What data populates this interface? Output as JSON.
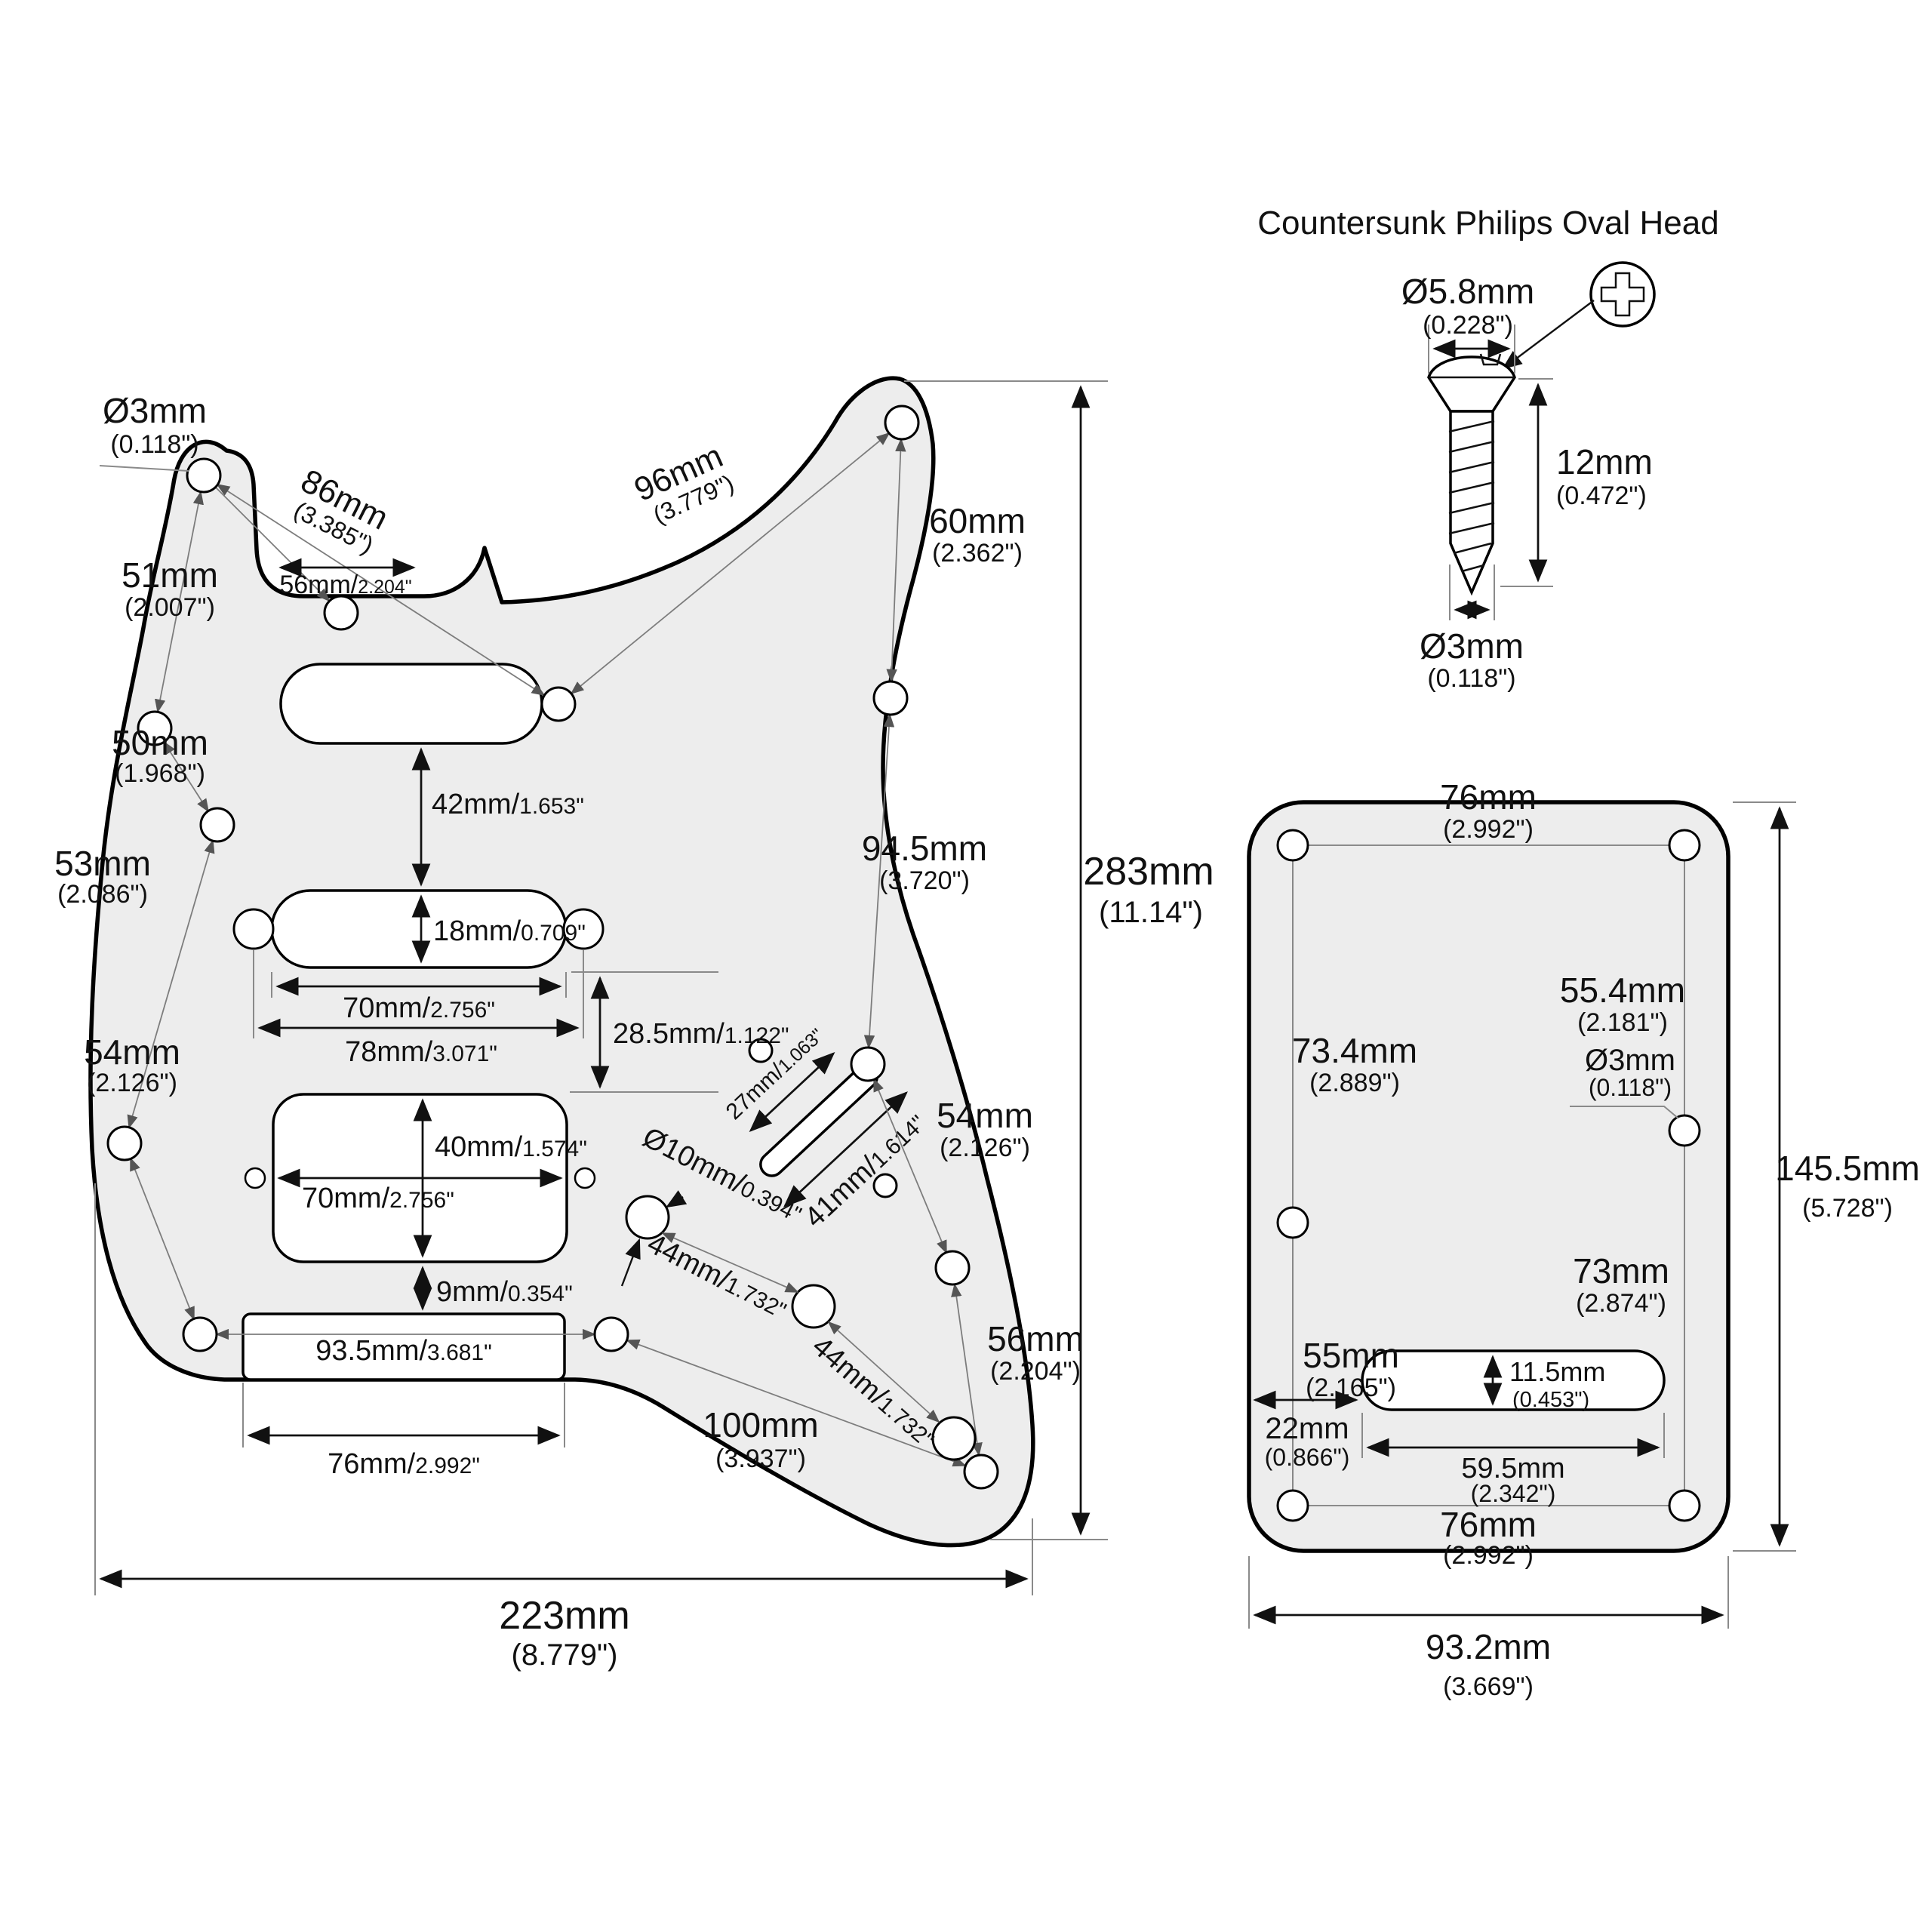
{
  "background": "#ffffff",
  "colors": {
    "part_fill": "#ededed",
    "outline": "#000000",
    "dimension_line": "#7d7d7d",
    "text": "#111111"
  },
  "screw_detail": {
    "title": "Countersunk Philips Oval Head",
    "head_diameter": {
      "mm": "Ø5.8mm",
      "in": "(0.228\")"
    },
    "length": {
      "mm": "12mm",
      "in": "(0.472\")"
    },
    "shank_diameter": {
      "mm": "Ø3mm",
      "in": "(0.118\")"
    }
  },
  "pickguard": {
    "hole_diameter": {
      "mm": "Ø3mm",
      "in": "(0.118\")"
    },
    "seg_86": {
      "mm": "86mm",
      "in": "(3.385\")"
    },
    "neck_pocket_width": {
      "mm": "56mm/",
      "in": "2.204\""
    },
    "seg_96": {
      "mm": "96mm",
      "in": "(3.779\")"
    },
    "seg_60": {
      "mm": "60mm",
      "in": "(2.362\")"
    },
    "seg_51": {
      "mm": "51mm",
      "in": "(2.007\")"
    },
    "seg_50": {
      "mm": "50mm",
      "in": "(1.968\")"
    },
    "seg_53": {
      "mm": "53mm",
      "in": "(2.086\")"
    },
    "seg_54_left": {
      "mm": "54mm",
      "in": "(2.126\")"
    },
    "pickup_gap_42": {
      "mm": "42mm/",
      "in": "1.653\""
    },
    "slot_height_18": {
      "mm": "18mm/",
      "in": "0.709\""
    },
    "slot_width_70": {
      "mm": "70mm/",
      "in": "2.756\""
    },
    "screw_span_78": {
      "mm": "78mm/",
      "in": "3.071\""
    },
    "gap_28_5": {
      "mm": "28.5mm/",
      "in": "1.122\""
    },
    "seg_94_5": {
      "mm": "94.5mm",
      "in": "(3.720\")"
    },
    "overall_height": {
      "mm": "283mm",
      "in": "(11.14\")"
    },
    "seg_54_right": {
      "mm": "54mm",
      "in": "(2.126\")"
    },
    "humbucker_height_40": {
      "mm": "40mm/",
      "in": "1.574\""
    },
    "humbucker_width_70": {
      "mm": "70mm/",
      "in": "2.756\""
    },
    "gap_9": {
      "mm": "9mm/",
      "in": "0.354\""
    },
    "trem_screw_span_93_5": {
      "mm": "93.5mm/",
      "in": "3.681\""
    },
    "trem_cavity_width_76": {
      "mm": "76mm/",
      "in": "2.992\""
    },
    "switch_slot_width_27": {
      "mm": "27mm/",
      "in": "1.063\""
    },
    "switch_slot_length_41": {
      "mm": "41mm/",
      "in": "1.614\""
    },
    "control_hole_diameter_10": {
      "mm": "Ø10mm/",
      "in": "0.394\""
    },
    "pot_span_44_a": {
      "mm": "44mm/",
      "in": "1.732\""
    },
    "pot_span_44_b": {
      "mm": "44mm/",
      "in": "1.732\""
    },
    "seg_56_right": {
      "mm": "56mm",
      "in": "(2.204\")"
    },
    "seg_100": {
      "mm": "100mm",
      "in": "(3.937\")"
    },
    "overall_width": {
      "mm": "223mm",
      "in": "(8.779\")"
    }
  },
  "back_plate": {
    "top_screw_span_76": {
      "mm": "76mm",
      "in": "(2.992\")"
    },
    "left_span_73_4": {
      "mm": "73.4mm",
      "in": "(2.889\")"
    },
    "right_span_55_4": {
      "mm": "55.4mm",
      "in": "(2.181\")"
    },
    "hole_diameter": {
      "mm": "Ø3mm",
      "in": "(0.118\")"
    },
    "overall_height": {
      "mm": "145.5mm",
      "in": "(5.728\")"
    },
    "right_span_73": {
      "mm": "73mm",
      "in": "(2.874\")"
    },
    "left_span_55": {
      "mm": "55mm",
      "in": "(2.165\")"
    },
    "slot_inset_22": {
      "mm": "22mm",
      "in": "(0.866\")"
    },
    "slot_height_11_5": {
      "mm": "11.5mm",
      "in": "(0.453\")"
    },
    "slot_width_59_5": {
      "mm": "59.5mm",
      "in": "(2.342\")"
    },
    "bottom_screw_span_76": {
      "mm": "76mm",
      "in": "(2.992\")"
    },
    "overall_width": {
      "mm": "93.2mm",
      "in": "(3.669\")"
    }
  }
}
